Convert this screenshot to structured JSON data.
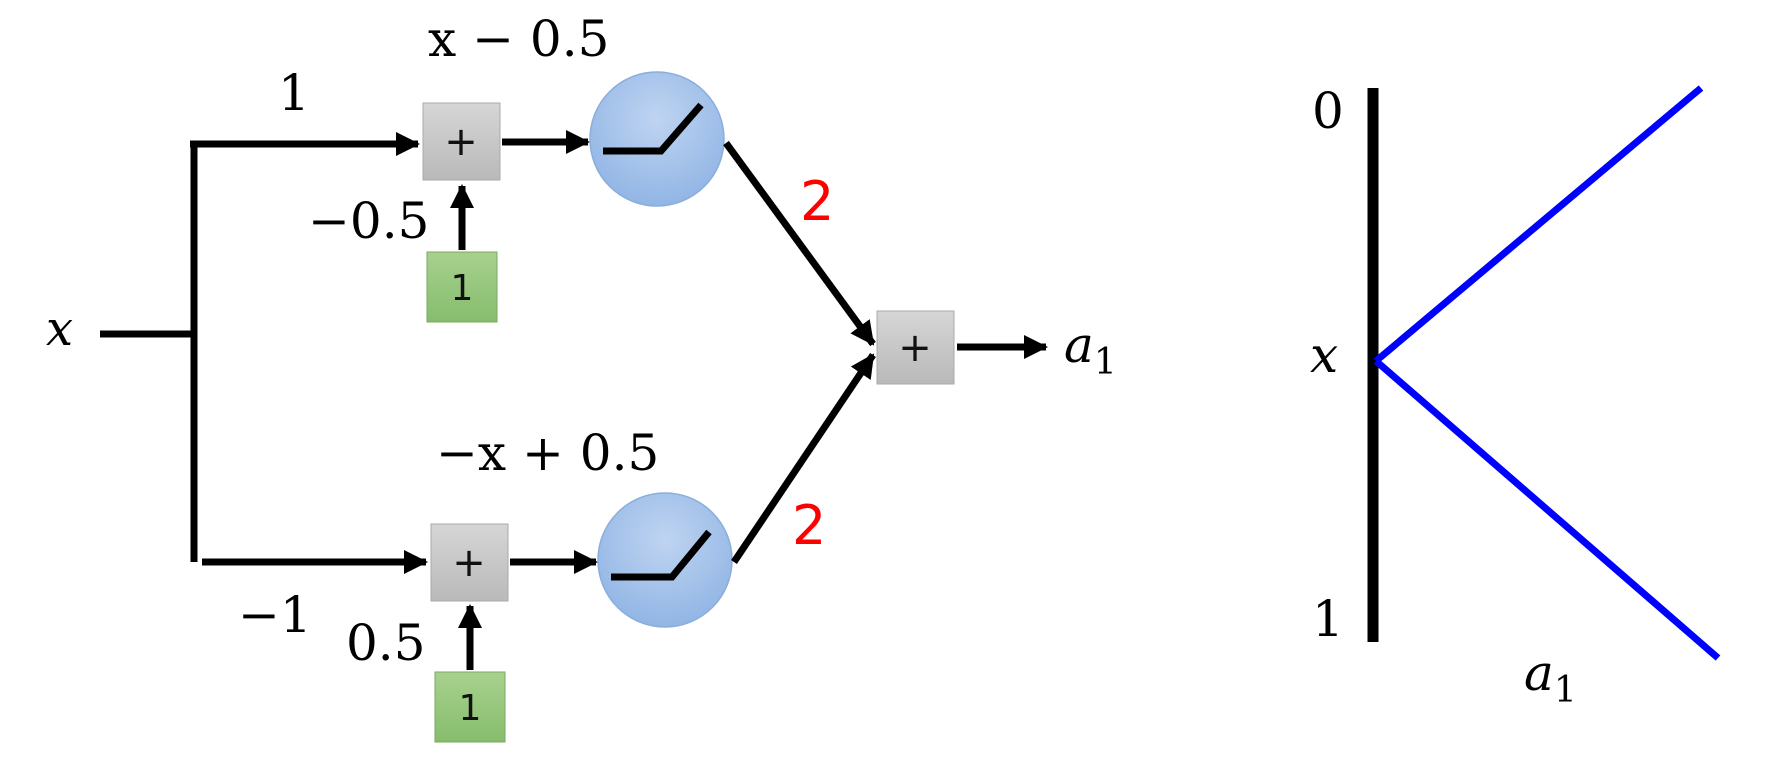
{
  "diagram": {
    "input_label": "x",
    "top_path": {
      "weight": "1",
      "expression": "x − 0.5",
      "bias": "−0.5",
      "bias_input": "1",
      "sum_symbol": "+",
      "output_weight": "2"
    },
    "bottom_path": {
      "weight": "−1",
      "expression": "−x + 0.5",
      "bias": "0.5",
      "bias_input": "1",
      "sum_symbol": "+",
      "output_weight": "2"
    },
    "output_sum_symbol": "+",
    "output_label": "a",
    "output_subscript": "1"
  },
  "plot": {
    "axis_top_label": "0",
    "axis_mid_label": "x",
    "axis_bottom_label": "1",
    "xlabel": "a",
    "xlabel_subscript": "1",
    "line_color": "#0000ff"
  },
  "colors": {
    "relu_fill": "#a4c2ea",
    "sum_box_fill": "#c8c8c8",
    "bias_box_fill": "#93c47d",
    "weight_highlight": "#ff0000"
  }
}
